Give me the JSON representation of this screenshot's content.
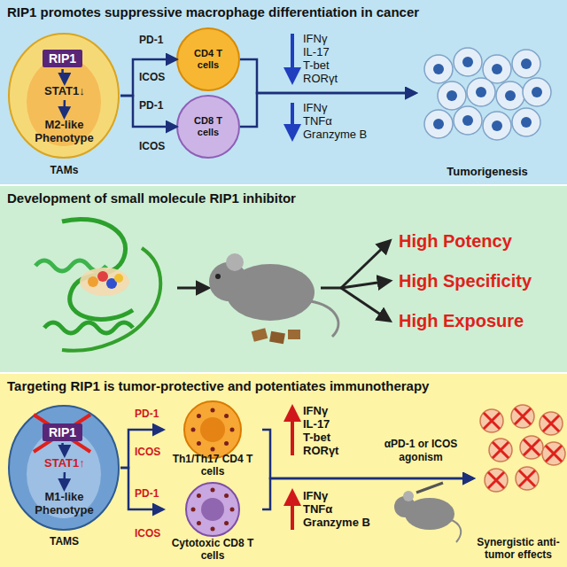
{
  "diagram": {
    "nodes": [
      {
        "text": [
          "RIP1 promotes suppressive macrophage differentiation in cancer"
        ]
      },
      {
        "text": [
          "TAMs"
        ],
        "in": 0
      },
      {
        "text": [
          "RIP1"
        ],
        "in": 1
      },
      {
        "text": [
          "STAT1↓"
        ],
        "in": 1
      },
      {
        "text": [
          "M2-like Phenotype"
        ],
        "in": 1
      },
      {
        "text": [
          "CD4 T cells"
        ],
        "in": 0
      },
      {
        "text": [
          "CD8 T cells"
        ],
        "in": 0
      },
      {
        "text": [
          "Tumorigenesis"
        ],
        "in": 0
      },
      {
        "text": [
          "Development of small molecule RIP1 inhibitor"
        ]
      },
      {
        "text": [
          "Targeting RIP1 is tumor-protective and potentiates immunotherapy"
        ]
      },
      {
        "text": [
          "TAMS"
        ],
        "in": 9
      },
      {
        "text": [
          "RIP1"
        ],
        "in": 10
      },
      {
        "text": [
          "STAT1↑"
        ],
        "in": 10
      },
      {
        "text": [
          "M1-like Phenotype"
        ],
        "in": 10
      },
      {
        "text": [
          "Th1/Th17 CD4 T cells"
        ],
        "in": 9
      },
      {
        "text": [
          "Cytotoxic CD8 T cells"
        ],
        "in": 9
      },
      {
        "text": [
          "Synergistic anti-tumor effects"
        ],
        "in": 9
      }
    ],
    "edges": [
      {
        "from": 1,
        "to": 5,
        "arrow": "to"
      },
      {
        "from": 1,
        "to": 6,
        "arrow": "to"
      },
      {
        "from": 2,
        "to": 3,
        "arrow": "to"
      },
      {
        "from": 3,
        "to": 4,
        "arrow": "to"
      },
      {
        "from": 5,
        "to": 7,
        "arrow": "to"
      },
      {
        "from": 6,
        "to": 7,
        "arrow": "to"
      },
      {
        "from": 11,
        "to": 12,
        "arrow": "to"
      },
      {
        "from": 12,
        "to": 13,
        "arrow": "to"
      },
      {
        "from": 10,
        "to": 14,
        "arrow": "to"
      },
      {
        "from": 10,
        "to": 15,
        "arrow": "to"
      },
      {
        "from": 14,
        "to": 16,
        "arrow": "to"
      },
      {
        "from": 15,
        "to": 16,
        "arrow": "to"
      }
    ],
    "labels": [
      "PD-1",
      "ICOS",
      "PD-1",
      "ICOS",
      "IFNγ",
      "IL-17",
      "T-bet",
      "RORγt",
      "IFNγ",
      "TNFα",
      "Granzyme B",
      "High Potency",
      "High Specificity",
      "High Exposure",
      "PD-1",
      "ICOS",
      "PD-1",
      "ICOS",
      "IFNγ",
      "IL-17",
      "T-bet",
      "RORγt",
      "IFNγ",
      "TNFα",
      "Granzyme B",
      "αPD-1 or ICOS agonism"
    ]
  }
}
